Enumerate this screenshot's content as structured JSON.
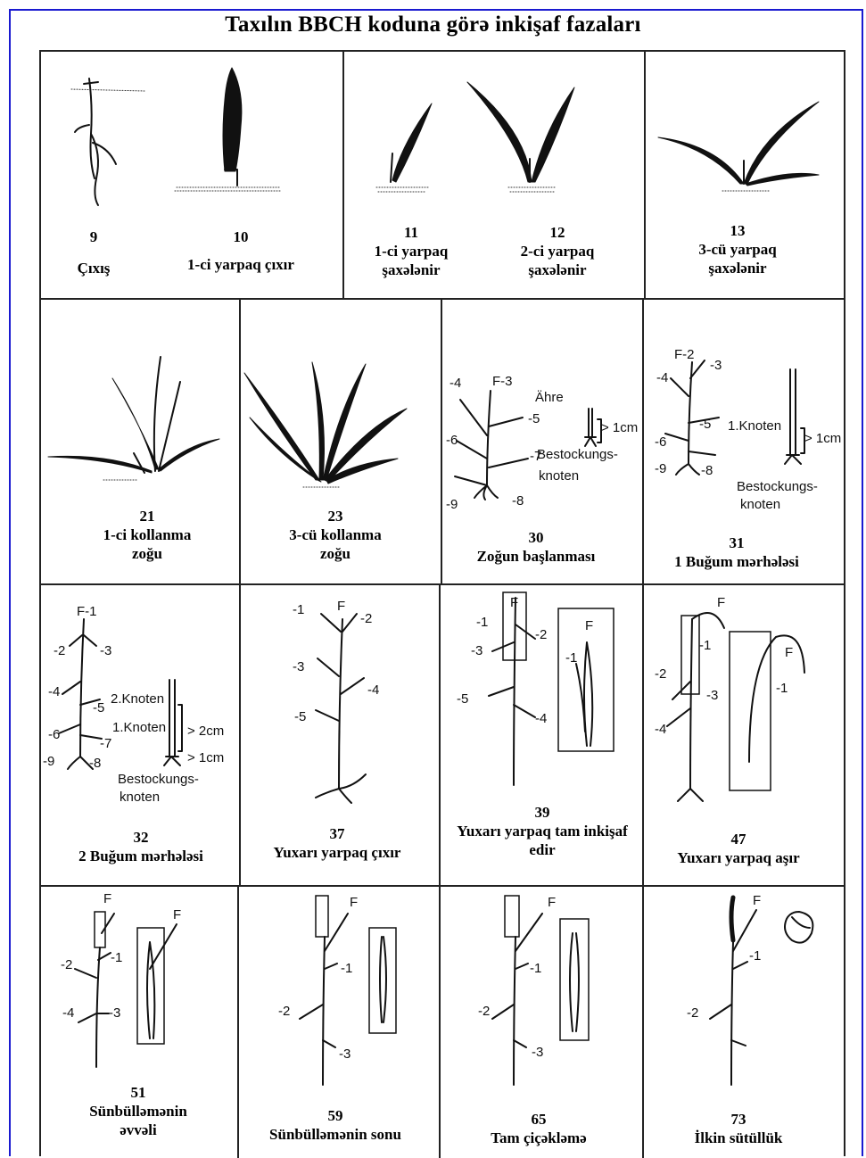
{
  "title": "Taxılın BBCH koduna görə inkişaf fazaları",
  "stages": [
    {
      "code": "9",
      "label": "Çıxış"
    },
    {
      "code": "10",
      "label": "1-ci yarpaq çıxır"
    },
    {
      "code": "11",
      "label": "1-ci yarpaq şaxələnir"
    },
    {
      "code": "12",
      "label": "2-ci yarpaq şaxələnir"
    },
    {
      "code": "13",
      "label": "3-cü yarpaq şaxələnir"
    },
    {
      "code": "21",
      "label": "1-ci kollanma zoğu"
    },
    {
      "code": "23",
      "label": "3-cü kollanma zoğu"
    },
    {
      "code": "30",
      "label": "Zoğun başlanması"
    },
    {
      "code": "31",
      "label": "1 Buğum mərhələsi"
    },
    {
      "code": "32",
      "label": "2 Buğum mərhələsi"
    },
    {
      "code": "37",
      "label": "Yuxarı yarpaq çıxır"
    },
    {
      "code": "39",
      "label": "Yuxarı yarpaq tam inkişaf edir"
    },
    {
      "code": "47",
      "label": "Yuxarı yarpaq aşır"
    },
    {
      "code": "51",
      "label": "Sünbülləmənin əvvəli"
    },
    {
      "code": "59",
      "label": "Sünbülləmənin sonu"
    },
    {
      "code": "65",
      "label": "Tam çiçəkləmə"
    },
    {
      "code": "73",
      "label": "İlkin sütüllük"
    }
  ],
  "drawing_labels": {
    "ahre": "Ähre",
    "gt1cm": "> 1cm",
    "gt2cm": "> 2cm",
    "bestockungs": "Bestockungs-",
    "knoten": "knoten",
    "knoten1": "1.Knoten",
    "knoten2": "2.Knoten",
    "f": "F",
    "f1": "F-1",
    "f2": "F-2",
    "f3": "F-3",
    "m1": "-1",
    "m2": "-2",
    "m3": "-3",
    "m4": "-4",
    "m5": "-5",
    "m6": "-6",
    "m7": "-7",
    "m8": "-8",
    "m9": "-9"
  }
}
